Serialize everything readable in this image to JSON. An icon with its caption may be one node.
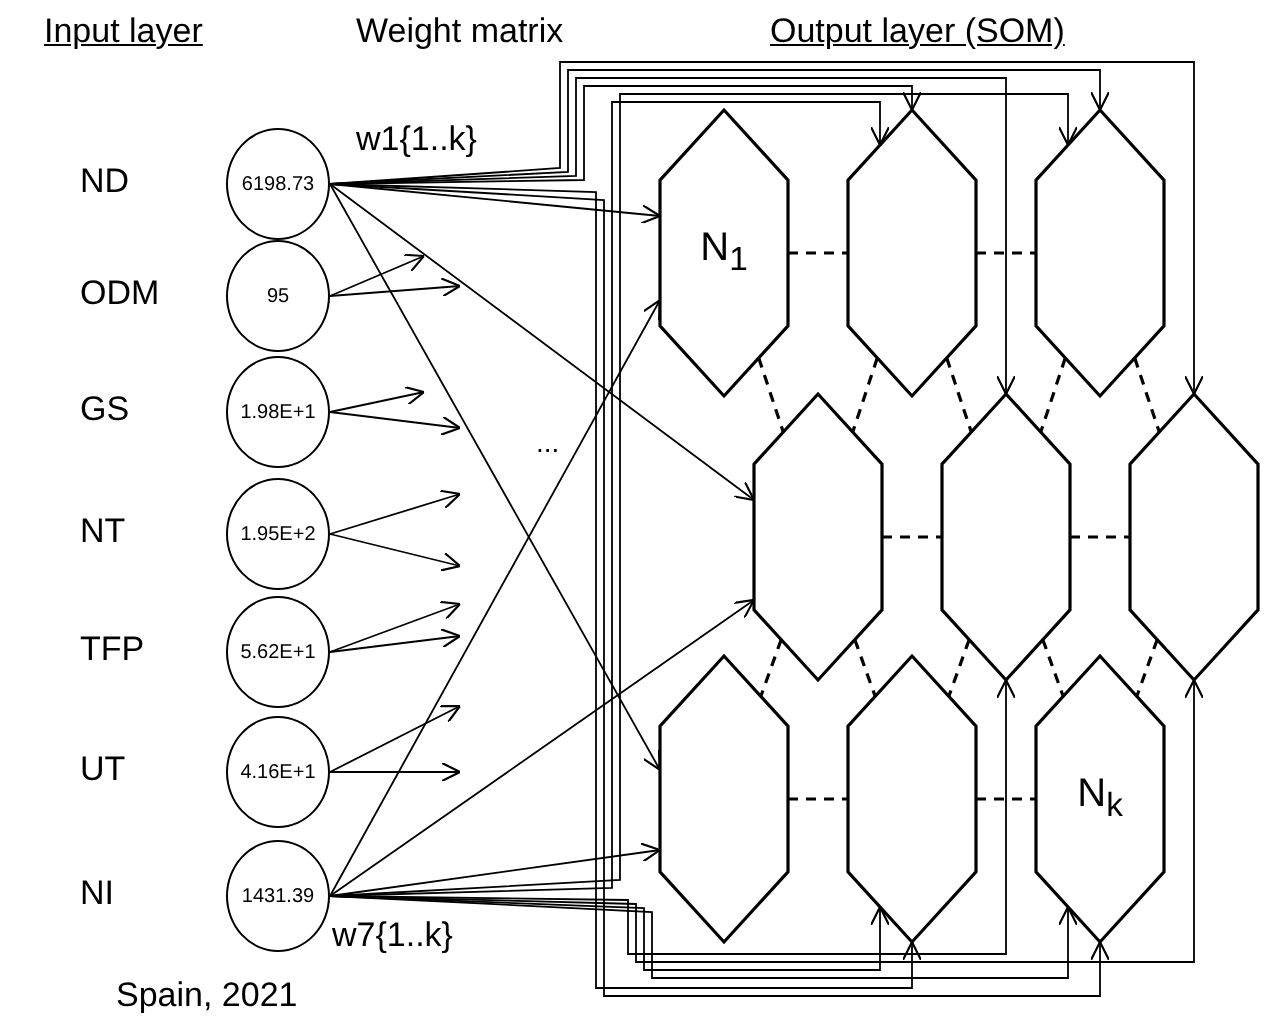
{
  "diagram": {
    "caption": "Spain, 2021",
    "nodes": [
      {
        "text": [
          "6198.73"
        ],
        "beside": [
          "ND"
        ]
      },
      {
        "text": [
          "95"
        ],
        "beside": [
          "ODM"
        ]
      },
      {
        "text": [
          "1.98E+1"
        ],
        "beside": [
          "GS"
        ]
      },
      {
        "text": [
          "1.95E+2"
        ],
        "beside": [
          "NT"
        ]
      },
      {
        "text": [
          "5.62E+1"
        ],
        "beside": [
          "TFP"
        ]
      },
      {
        "text": [
          "4.16E+1"
        ],
        "beside": [
          "UT"
        ]
      },
      {
        "text": [
          "1431.39"
        ],
        "beside": [
          "NI"
        ]
      },
      {
        "text": [
          "N$_{1}$"
        ]
      },
      {
        "text": [],
        "shape": "hexagon"
      },
      {
        "text": [],
        "shape": "hexagon"
      },
      {
        "text": [],
        "shape": "hexagon"
      },
      {
        "text": [],
        "shape": "hexagon"
      },
      {
        "text": [],
        "shape": "hexagon"
      },
      {
        "text": [],
        "shape": "hexagon"
      },
      {
        "text": [],
        "shape": "hexagon"
      },
      {
        "text": [
          "N$_{k}$"
        ]
      }
    ],
    "edges": [
      {
        "from": 0,
        "to": 7,
        "arrow": "to"
      },
      {
        "from": 0,
        "to": 8,
        "arrow": "to"
      },
      {
        "from": 0,
        "to": 9,
        "arrow": "to"
      },
      {
        "from": 0,
        "to": 10,
        "arrow": "to"
      },
      {
        "from": 0,
        "to": 11,
        "arrow": "to"
      },
      {
        "from": 0,
        "to": 12,
        "arrow": "to"
      },
      {
        "from": 0,
        "to": 13,
        "arrow": "to"
      },
      {
        "from": 0,
        "to": 14,
        "arrow": "to"
      },
      {
        "from": 0,
        "to": 15,
        "arrow": "to"
      },
      {
        "from": 1,
        "to": null,
        "arrow": "to"
      },
      {
        "from": 1,
        "to": null,
        "arrow": "to"
      },
      {
        "from": 2,
        "to": null,
        "arrow": "to"
      },
      {
        "from": 2,
        "to": null,
        "arrow": "to"
      },
      {
        "from": 3,
        "to": null,
        "arrow": "to"
      },
      {
        "from": 3,
        "to": null,
        "arrow": "to"
      },
      {
        "from": 4,
        "to": null,
        "arrow": "to"
      },
      {
        "from": 4,
        "to": null,
        "arrow": "to"
      },
      {
        "from": 5,
        "to": null,
        "arrow": "to"
      },
      {
        "from": 5,
        "to": null,
        "arrow": "to"
      },
      {
        "from": 6,
        "to": 7,
        "arrow": "to"
      },
      {
        "from": 6,
        "to": 8,
        "arrow": "to"
      },
      {
        "from": 6,
        "to": 9,
        "arrow": "to"
      },
      {
        "from": 6,
        "to": 10,
        "arrow": "to"
      },
      {
        "from": 6,
        "to": 11,
        "arrow": "to"
      },
      {
        "from": 6,
        "to": 12,
        "arrow": "to"
      },
      {
        "from": 6,
        "to": 13,
        "arrow": "to"
      },
      {
        "from": 6,
        "to": 14,
        "arrow": "to"
      },
      {
        "from": 6,
        "to": 15,
        "arrow": "to"
      },
      {
        "from": 7,
        "to": 8,
        "arrow": "none",
        "style": "dashed"
      },
      {
        "from": 8,
        "to": 9,
        "arrow": "none",
        "style": "dashed"
      },
      {
        "from": 7,
        "to": 10,
        "arrow": "none",
        "style": "dashed"
      },
      {
        "from": 8,
        "to": 10,
        "arrow": "none",
        "style": "dashed"
      },
      {
        "from": 8,
        "to": 11,
        "arrow": "none",
        "style": "dashed"
      },
      {
        "from": 9,
        "to": 11,
        "arrow": "none",
        "style": "dashed"
      },
      {
        "from": 9,
        "to": 12,
        "arrow": "none",
        "style": "dashed"
      },
      {
        "from": 10,
        "to": 11,
        "arrow": "none",
        "style": "dashed"
      },
      {
        "from": 11,
        "to": 12,
        "arrow": "none",
        "style": "dashed"
      },
      {
        "from": 10,
        "to": 13,
        "arrow": "none",
        "style": "dashed"
      },
      {
        "from": 10,
        "to": 14,
        "arrow": "none",
        "style": "dashed"
      },
      {
        "from": 11,
        "to": 14,
        "arrow": "none",
        "style": "dashed"
      },
      {
        "from": 11,
        "to": 15,
        "arrow": "none",
        "style": "dashed"
      },
      {
        "from": 12,
        "to": 15,
        "arrow": "none",
        "style": "dashed"
      },
      {
        "from": 13,
        "to": 14,
        "arrow": "none",
        "style": "dashed"
      },
      {
        "from": 14,
        "to": 15,
        "arrow": "none",
        "style": "dashed"
      }
    ],
    "labels": [
      "Input layer",
      "Weight matrix",
      "Output layer (SOM)",
      "w1{1..k}",
      "...",
      "w7{1..k}"
    ]
  }
}
